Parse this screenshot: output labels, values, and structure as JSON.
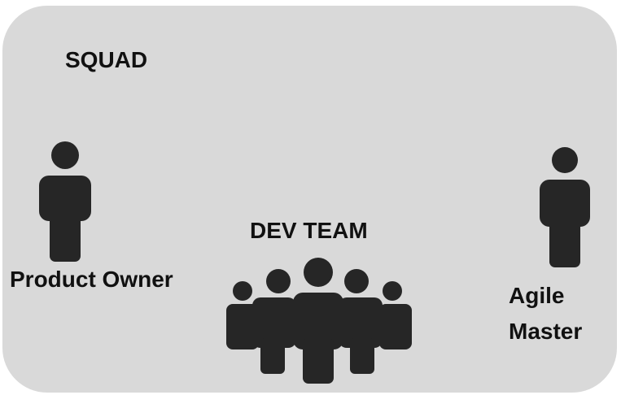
{
  "colors": {
    "container": "#d9d9d9",
    "figure": "#262626",
    "text": "#111111"
  },
  "container": {
    "title": "SQUAD"
  },
  "roles": {
    "product_owner": {
      "label": "Product Owner",
      "icon": "person-icon"
    },
    "dev_team": {
      "label": "DEV TEAM",
      "icon": "group-icon"
    },
    "agile_master": {
      "label_line1": "Agile",
      "label_line2": "Master",
      "icon": "person-icon"
    }
  }
}
